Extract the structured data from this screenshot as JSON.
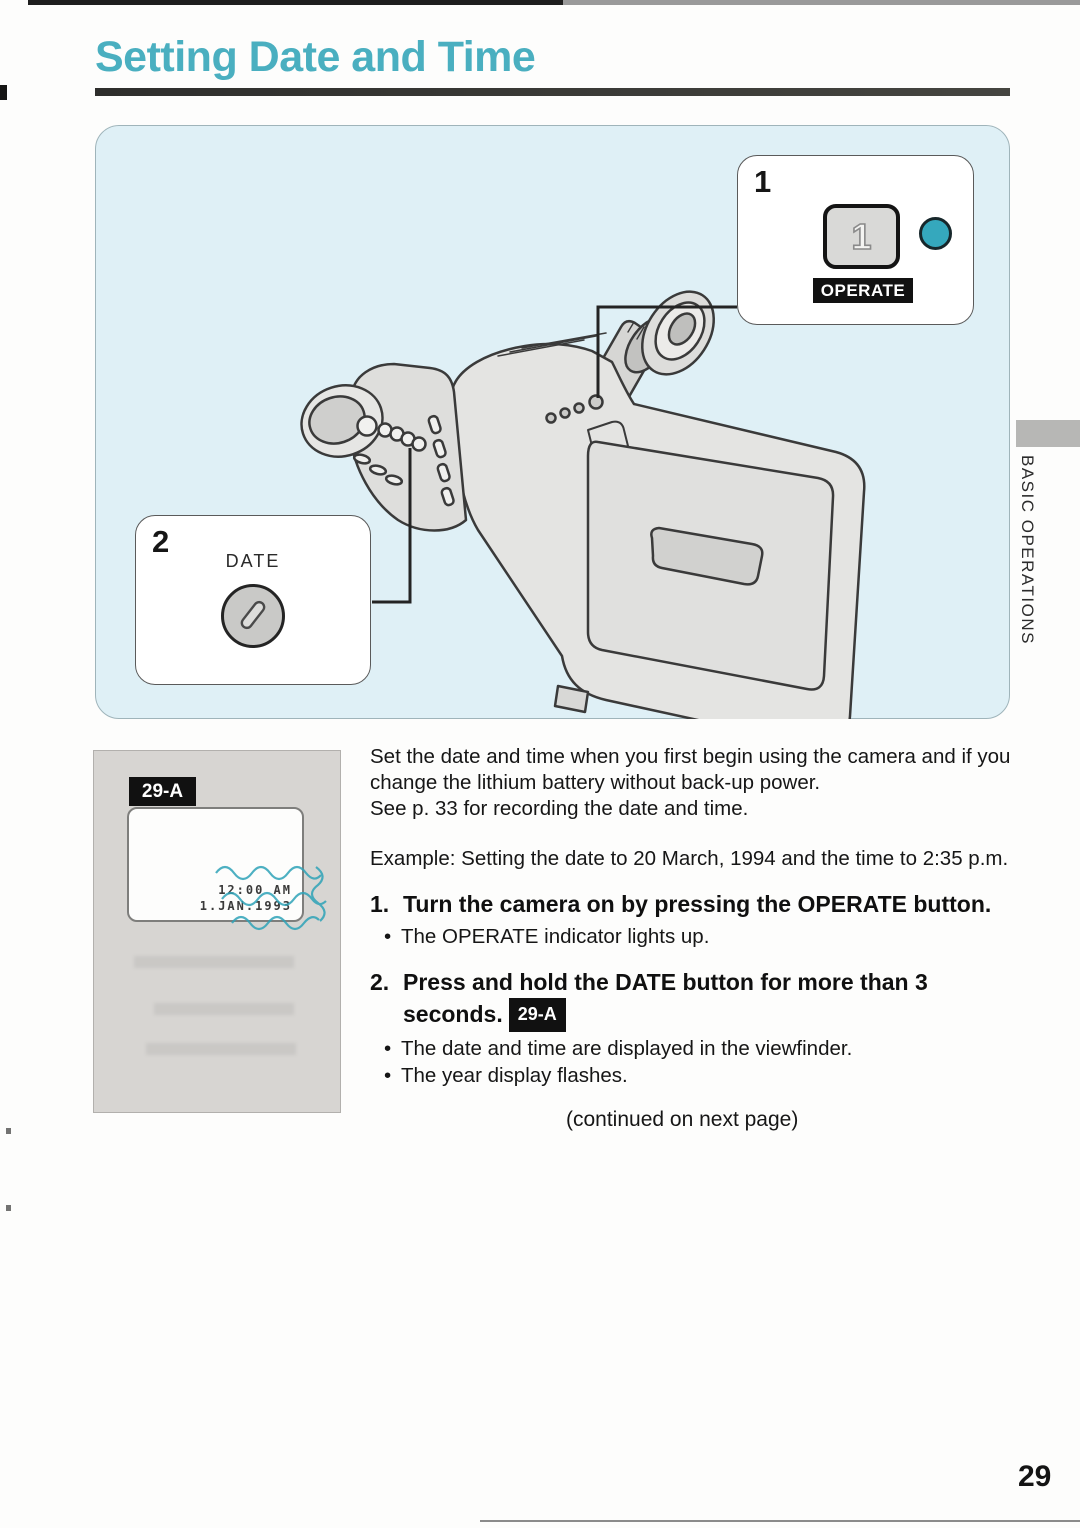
{
  "page": {
    "title": "Setting Date and Time",
    "page_number": "29",
    "section_tab": "BASIC OPERATIONS",
    "continued": "(continued on next page)",
    "bullet_char": "•"
  },
  "figure": {
    "callout1_number": "1",
    "operate_button_digit": "1",
    "operate_label": "OPERATE",
    "callout2_number": "2",
    "date_label": "DATE"
  },
  "inset": {
    "figure_badge": "29-A",
    "viewfinder_time": "12:00 AM",
    "viewfinder_date": "1.JAN.1993"
  },
  "body": {
    "intro_1": "Set the date and time when you first begin using the camera and if you change the lithium battery without back-up power.",
    "intro_2": "See p. 33 for recording the date and time.",
    "example": "Example: Setting the date to 20 March, 1994 and the time to 2:35 p.m.",
    "steps": [
      {
        "num": "1.",
        "title": "Turn the camera on by pressing the OPERATE button.",
        "bullets": [
          "The OPERATE indicator lights up."
        ]
      },
      {
        "num": "2.",
        "title": "Press and hold the DATE button for more than 3 seconds.",
        "figure_ref": "29-A",
        "bullets": [
          "The date and time are displayed in the viewfinder.",
          "The year display flashes."
        ]
      }
    ]
  },
  "colors": {
    "title_teal": "#4aafc0",
    "panel_blue": "#dff0f6",
    "indicator_teal": "#35a8bd",
    "flash_teal": "#2fa3b8"
  }
}
